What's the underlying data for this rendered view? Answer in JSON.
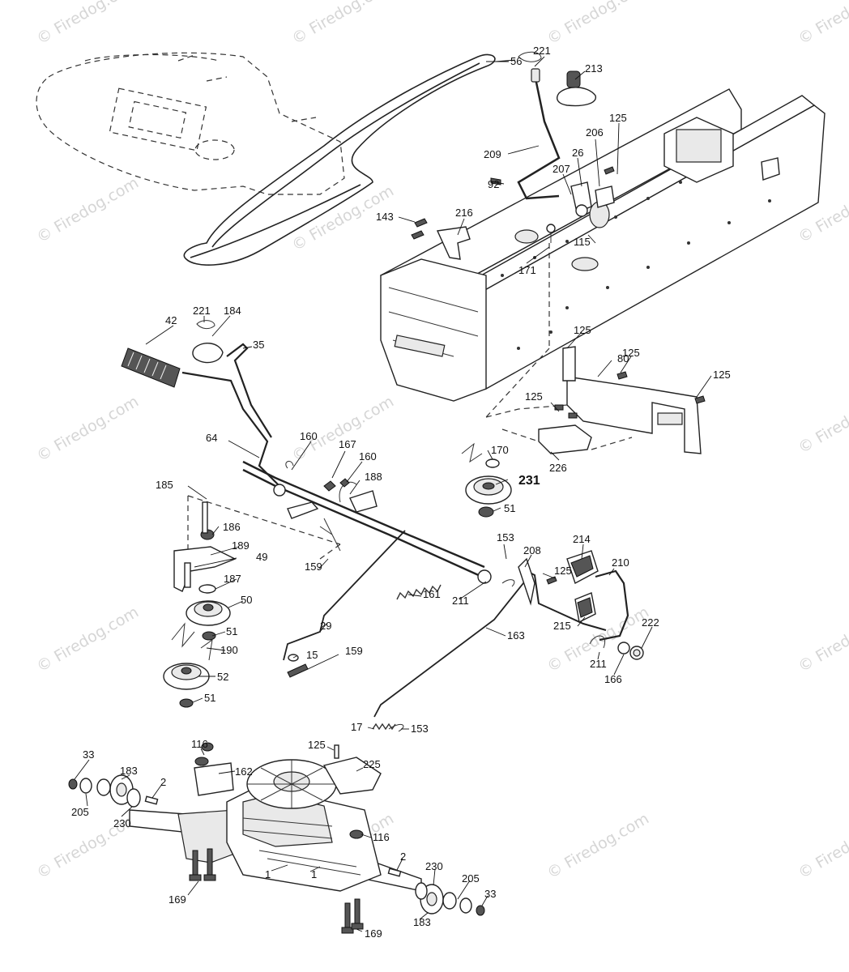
{
  "watermark": "© Firedog.com",
  "callouts": {
    "c56": "56",
    "c221a": "221",
    "c213": "213",
    "c125a": "125",
    "c206": "206",
    "c209": "209",
    "c26": "26",
    "c207": "207",
    "c92": "92",
    "c143": "143",
    "c216": "216",
    "c115": "115",
    "c171": "171",
    "c221b": "221",
    "c184": "184",
    "c42": "42",
    "c35": "35",
    "c125b": "125",
    "c80": "80",
    "c125c": "125",
    "c125d": "125",
    "c125e": "125",
    "c226": "226",
    "c64": "64",
    "c160a": "160",
    "c167": "167",
    "c160b": "160",
    "c188": "188",
    "c185": "185",
    "c186": "186",
    "c170": "170",
    "c231": "231",
    "c51a": "51",
    "c189": "189",
    "c49": "49",
    "c159a": "159",
    "c153a": "153",
    "c208": "208",
    "c214": "214",
    "c210": "210",
    "c125f": "125",
    "c187": "187",
    "c50": "50",
    "c161": "161",
    "c211a": "211",
    "c29": "29",
    "c163": "163",
    "c51b": "51",
    "c190": "190",
    "c15": "15",
    "c159b": "159",
    "c222": "222",
    "c215": "215",
    "c211b": "211",
    "c166": "166",
    "c52": "52",
    "c51c": "51",
    "c17": "17",
    "c153b": "153",
    "c33a": "33",
    "c116a": "116",
    "c162": "162",
    "c125g": "125",
    "c225": "225",
    "c183a": "183",
    "c2a": "2",
    "c205a": "205",
    "c230a": "230",
    "c116b": "116",
    "c1a": "1",
    "c1b": "1",
    "c2b": "2",
    "c230b": "230",
    "c205b": "205",
    "c33b": "33",
    "c169a": "169",
    "c183b": "183",
    "c169b": "169"
  }
}
